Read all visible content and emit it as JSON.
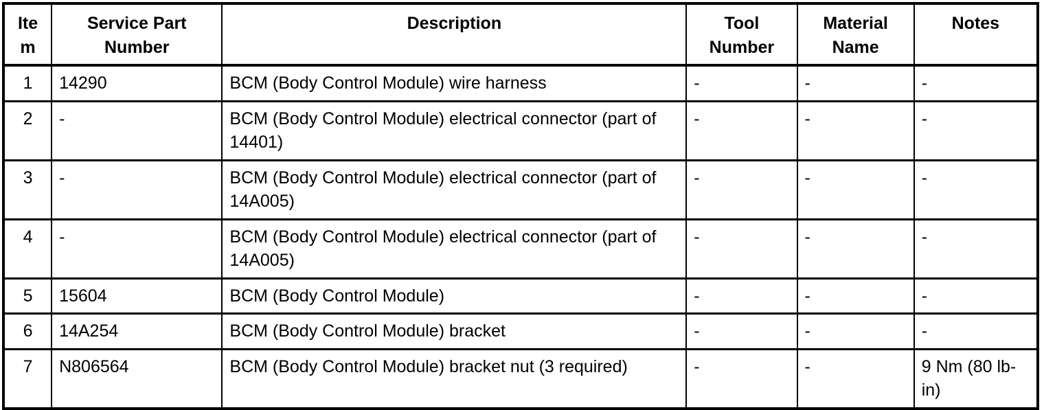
{
  "colors": {
    "background": "#ffffff",
    "border": "#000000",
    "text": "#000000"
  },
  "table": {
    "columns": [
      {
        "key": "item",
        "label": "Item"
      },
      {
        "key": "service_part_number",
        "label": "Service Part Number"
      },
      {
        "key": "description",
        "label": "Description"
      },
      {
        "key": "tool_number",
        "label": "Tool Number"
      },
      {
        "key": "material_name",
        "label": "Material Name"
      },
      {
        "key": "notes",
        "label": "Notes"
      }
    ],
    "rows": [
      {
        "item": "1",
        "service_part_number": "14290",
        "description": "BCM (Body Control Module) wire harness",
        "tool_number": "-",
        "material_name": "-",
        "notes": "-"
      },
      {
        "item": "2",
        "service_part_number": "-",
        "description": "BCM (Body Control Module) electrical connector (part of 14401)",
        "tool_number": "-",
        "material_name": "-",
        "notes": "-"
      },
      {
        "item": "3",
        "service_part_number": "-",
        "description": "BCM (Body Control Module) electrical connector (part of 14A005)",
        "tool_number": "-",
        "material_name": "-",
        "notes": "-"
      },
      {
        "item": "4",
        "service_part_number": "-",
        "description": "BCM (Body Control Module) electrical connector (part of 14A005)",
        "tool_number": "-",
        "material_name": "-",
        "notes": "-"
      },
      {
        "item": "5",
        "service_part_number": "15604",
        "description": "BCM (Body Control Module)",
        "tool_number": "-",
        "material_name": "-",
        "notes": "-"
      },
      {
        "item": "6",
        "service_part_number": "14A254",
        "description": "BCM (Body Control Module) bracket",
        "tool_number": "-",
        "material_name": "-",
        "notes": "-"
      },
      {
        "item": "7",
        "service_part_number": "N806564",
        "description": "BCM (Body Control Module) bracket nut (3 required)",
        "tool_number": "-",
        "material_name": "-",
        "notes": "9 Nm (80 lb-in)"
      }
    ]
  }
}
